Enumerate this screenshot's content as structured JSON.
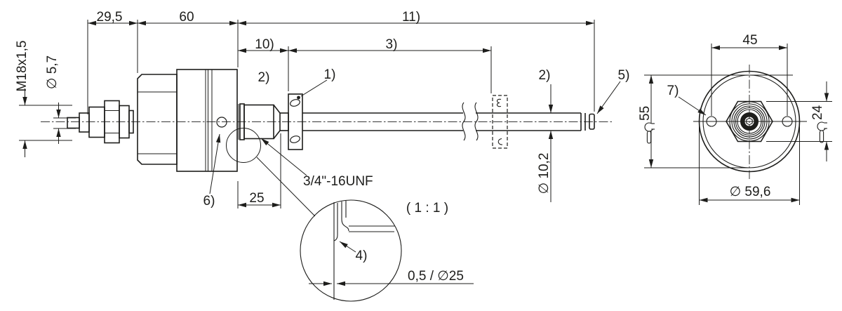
{
  "drawing": {
    "type": "technical-dimension-drawing",
    "colors": {
      "line": "#1d1d1b",
      "background": "#ffffff"
    },
    "side_view": {
      "dims": {
        "d29_5": "29,5",
        "d60": "60",
        "d11": "11)",
        "d10": "10)",
        "d3": "3)",
        "d25": "25",
        "m18": "M18x1,5",
        "dia5_7": "∅ 5,7",
        "dia10_2": "∅ 10,2",
        "thread": "3/4\"-16UNF"
      },
      "notes": {
        "n1": "1)",
        "n2a": "2)",
        "n2b": "2)",
        "n5": "5)",
        "n6": "6)"
      },
      "detail": {
        "scale": "( 1 : 1 )",
        "chamfer": "0,5 / ∅25",
        "n4": "4)"
      }
    },
    "end_view": {
      "dims": {
        "d45": "45",
        "sw55": "55",
        "sw24": "24",
        "dia59_6": "∅ 59,6"
      },
      "notes": {
        "n7": "7)"
      }
    }
  }
}
